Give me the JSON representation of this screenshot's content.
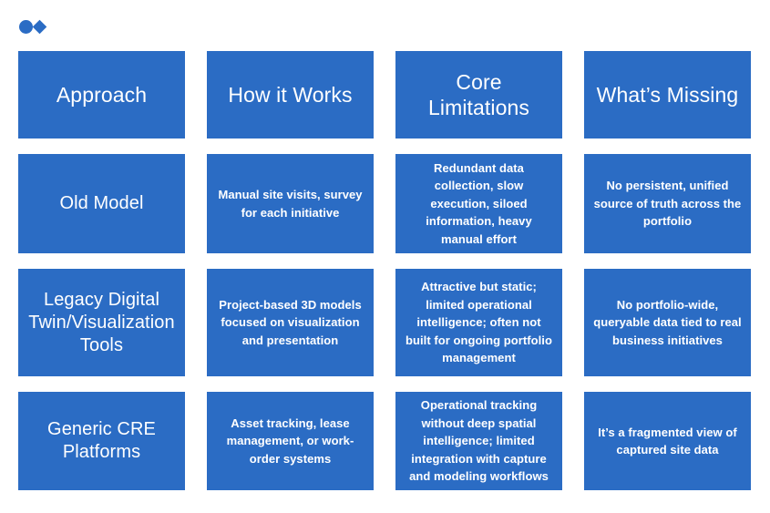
{
  "brand": {
    "logo_shapes": [
      "circle",
      "diamond"
    ],
    "accent_color": "#2B6CC4",
    "text_color": "#FFFFFF",
    "background_color": "#FFFFFF"
  },
  "table": {
    "columns": [
      {
        "id": "approach",
        "label": "Approach"
      },
      {
        "id": "how_it_works",
        "label": "How it Works"
      },
      {
        "id": "core_limitations",
        "label": "Core\nLimitations"
      },
      {
        "id": "whats_missing",
        "label": "What’s Missing"
      }
    ],
    "rows": [
      {
        "id": "old-model",
        "approach": "Old Model",
        "how_it_works": "Manual site visits, survey for each initiative",
        "core_limitations": "Redundant data collection, slow execution, siloed information, heavy manual effort",
        "whats_missing": "No persistent, unified source of truth across the portfolio"
      },
      {
        "id": "legacy-digital-twin",
        "approach": "Legacy Digital Twin/Visualization Tools",
        "how_it_works": "Project-based 3D models focused on visualization and presentation",
        "core_limitations": "Attractive but static; limited operational intelligence; often not built for ongoing portfolio management",
        "whats_missing": "No portfolio-wide, queryable data tied to real business initiatives"
      },
      {
        "id": "generic-cre-platforms",
        "approach": "Generic CRE Platforms",
        "how_it_works": "Asset tracking, lease management, or work-order systems",
        "core_limitations": "Operational tracking without deep spatial intelligence; limited integration with capture and modeling workflows",
        "whats_missing": "It’s a fragmented view of captured site data"
      }
    ]
  }
}
